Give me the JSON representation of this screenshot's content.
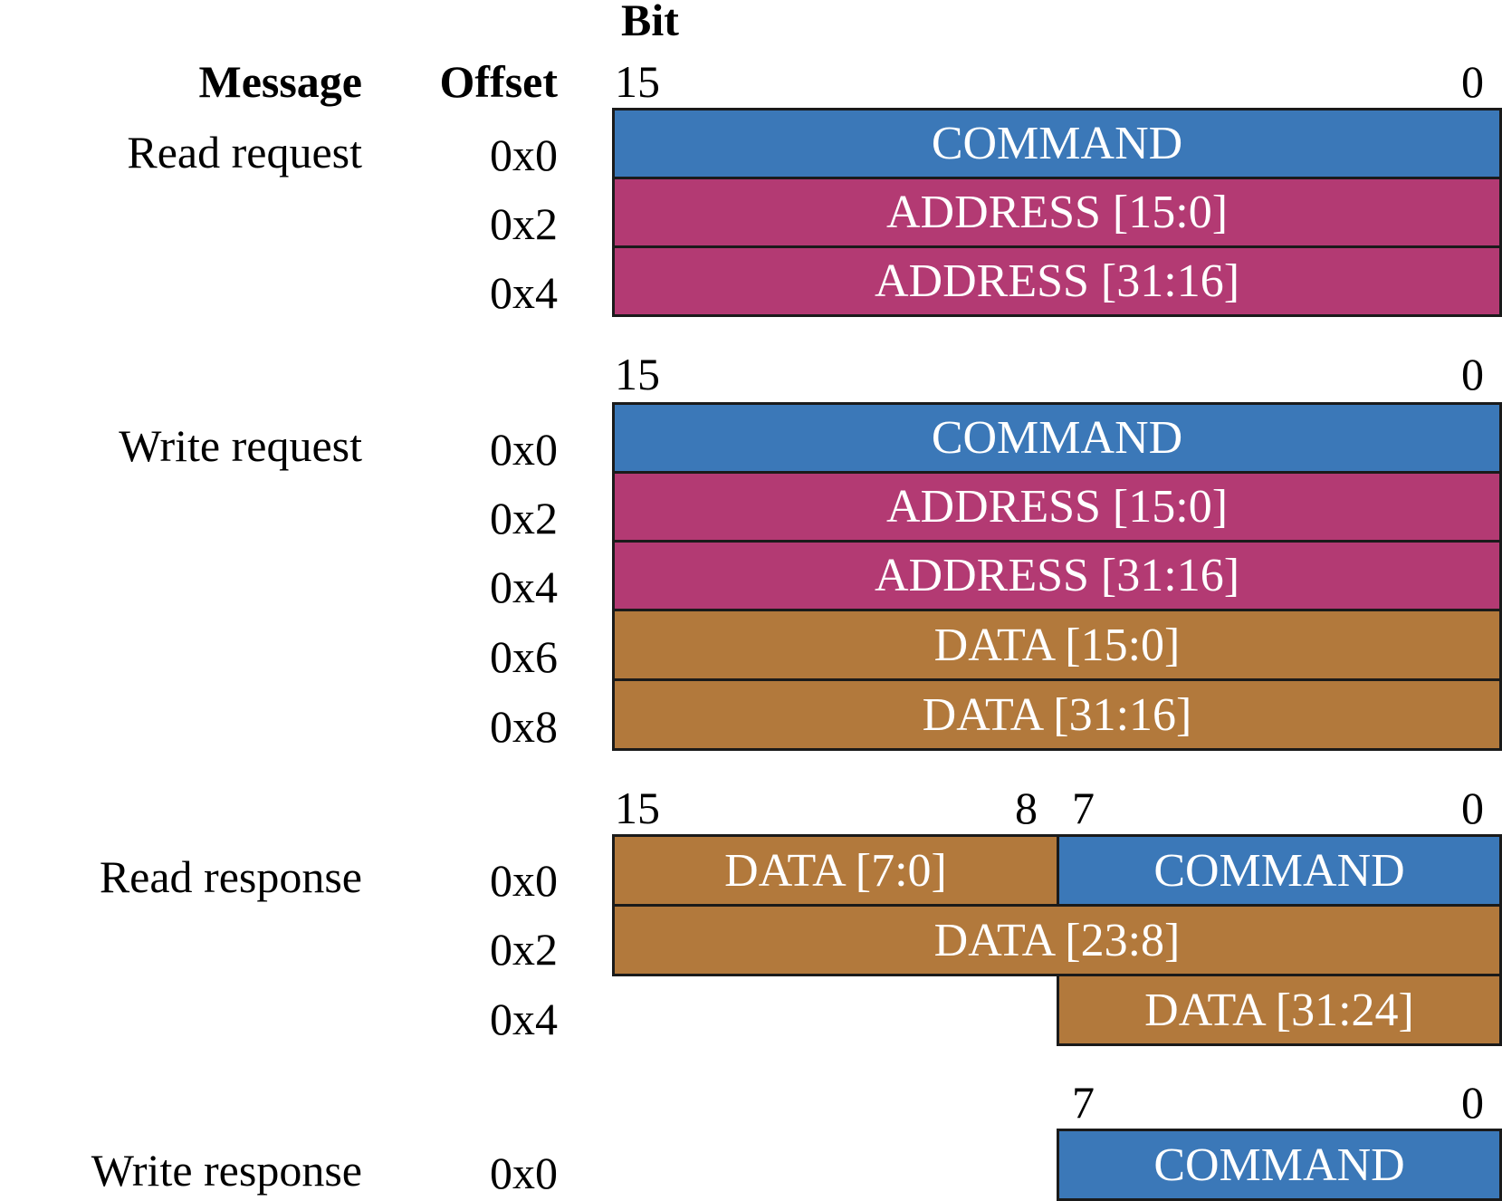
{
  "header": {
    "bit": "Bit",
    "message": "Message",
    "offset": "Offset"
  },
  "colors": {
    "command": "#3b78b8",
    "address": "#b33a73",
    "data": "#b2793c",
    "border": "#1a1a1a"
  },
  "messages": [
    {
      "name": "Read request",
      "bit_labels": [
        "15",
        "0"
      ],
      "offsets": [
        "0x0",
        "0x2",
        "0x4"
      ],
      "fields": [
        "COMMAND",
        "ADDRESS [15:0]",
        "ADDRESS [31:16]"
      ]
    },
    {
      "name": "Write request",
      "bit_labels": [
        "15",
        "0"
      ],
      "offsets": [
        "0x0",
        "0x2",
        "0x4",
        "0x6",
        "0x8"
      ],
      "fields": [
        "COMMAND",
        "ADDRESS [15:0]",
        "ADDRESS [31:16]",
        "DATA [15:0]",
        "DATA [31:16]"
      ]
    },
    {
      "name": "Read response",
      "bit_labels": [
        "15",
        "8",
        "7",
        "0"
      ],
      "offsets": [
        "0x0",
        "0x2",
        "0x4"
      ],
      "fields": [
        "DATA [7:0]",
        "COMMAND",
        "DATA [23:8]",
        "DATA [31:24]"
      ]
    },
    {
      "name": "Write response",
      "bit_labels": [
        "7",
        "0"
      ],
      "offsets": [
        "0x0"
      ],
      "fields": [
        "COMMAND"
      ]
    }
  ]
}
